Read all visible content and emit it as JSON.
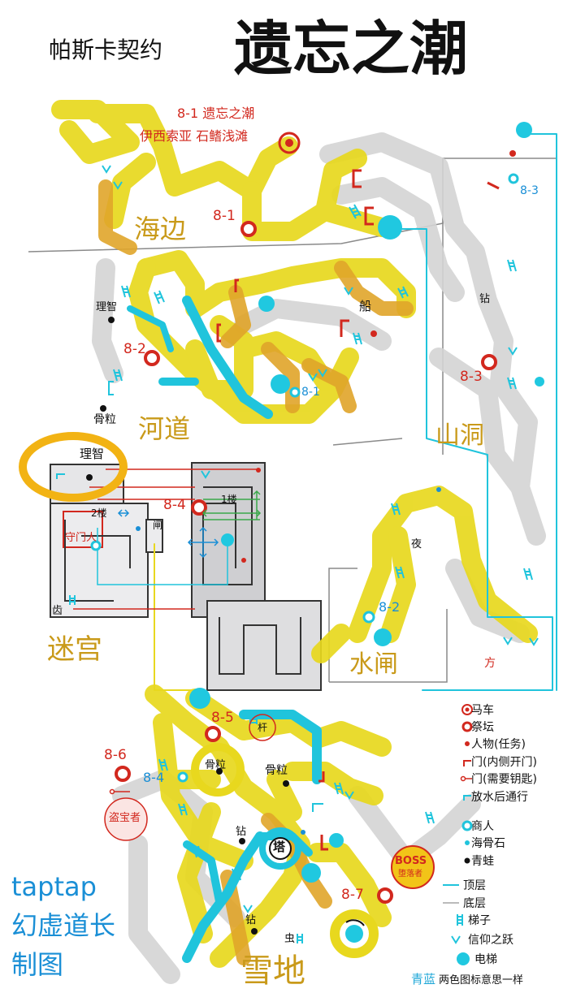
{
  "header": {
    "subtitle": "帕斯卡契约",
    "title": "遗忘之潮"
  },
  "regions": {
    "seaside": "海边",
    "river": "河道",
    "cave": "山洞",
    "maze": "迷宫",
    "sluice": "水闸",
    "snow": "雪地"
  },
  "start": {
    "line1": "8-1 遗忘之潮",
    "line2": "伊西索亚 石鳍浅滩"
  },
  "altars": {
    "a81": "8-1",
    "a82": "8-2",
    "a83": "8-3",
    "a84": "8-4",
    "a85": "8-5",
    "a86": "8-6",
    "a87": "8-7"
  },
  "merchants": {
    "m81": "8-1",
    "m82": "8-2",
    "m83": "8-3",
    "m84": "8-4"
  },
  "labels": {
    "reason1": "理智",
    "reason2": "理智",
    "bone1": "骨粒",
    "bone2": "骨粒",
    "bone3": "骨粒",
    "boat": "船",
    "drill1": "钻",
    "drill2": "钻",
    "drill3": "钻",
    "floor1": "1楼",
    "floor2": "2楼",
    "gatekeeper": "守门人",
    "gate": "闸",
    "tooth": "齿",
    "night": "夜",
    "square": "方",
    "pole": "杆",
    "tower": "塔",
    "bug": "虫",
    "treasure": "盗宝者",
    "boss_line1": "BOSS",
    "boss_line2": "堕落者"
  },
  "legend": {
    "carriage": "马车",
    "altar": "祭坛",
    "npc": "人物(任务)",
    "door_inner": "门(内侧开门)",
    "door_key": "门(需要钥匙)",
    "drain": "放水后通行",
    "merchant": "商人",
    "seabone": "海骨石",
    "frog": "青蛙",
    "top_layer": "顶层",
    "bottom_layer": "底层",
    "ladder": "梯子",
    "faith_leap": "信仰之跃",
    "elevator": "电梯",
    "note_blue": "青蓝",
    "note_rest": "两色图标意思一样"
  },
  "credit": {
    "line1": "taptap",
    "line2": "幻虚道长",
    "line3": "制图"
  },
  "colors": {
    "yellow": "#e8d81e",
    "orange": "#e0a52a",
    "gray": "#d6d6d6",
    "cyan": "#20c4dc",
    "red": "#d2281e",
    "gold": "#c99a1a",
    "blue": "#1a8fd6"
  }
}
